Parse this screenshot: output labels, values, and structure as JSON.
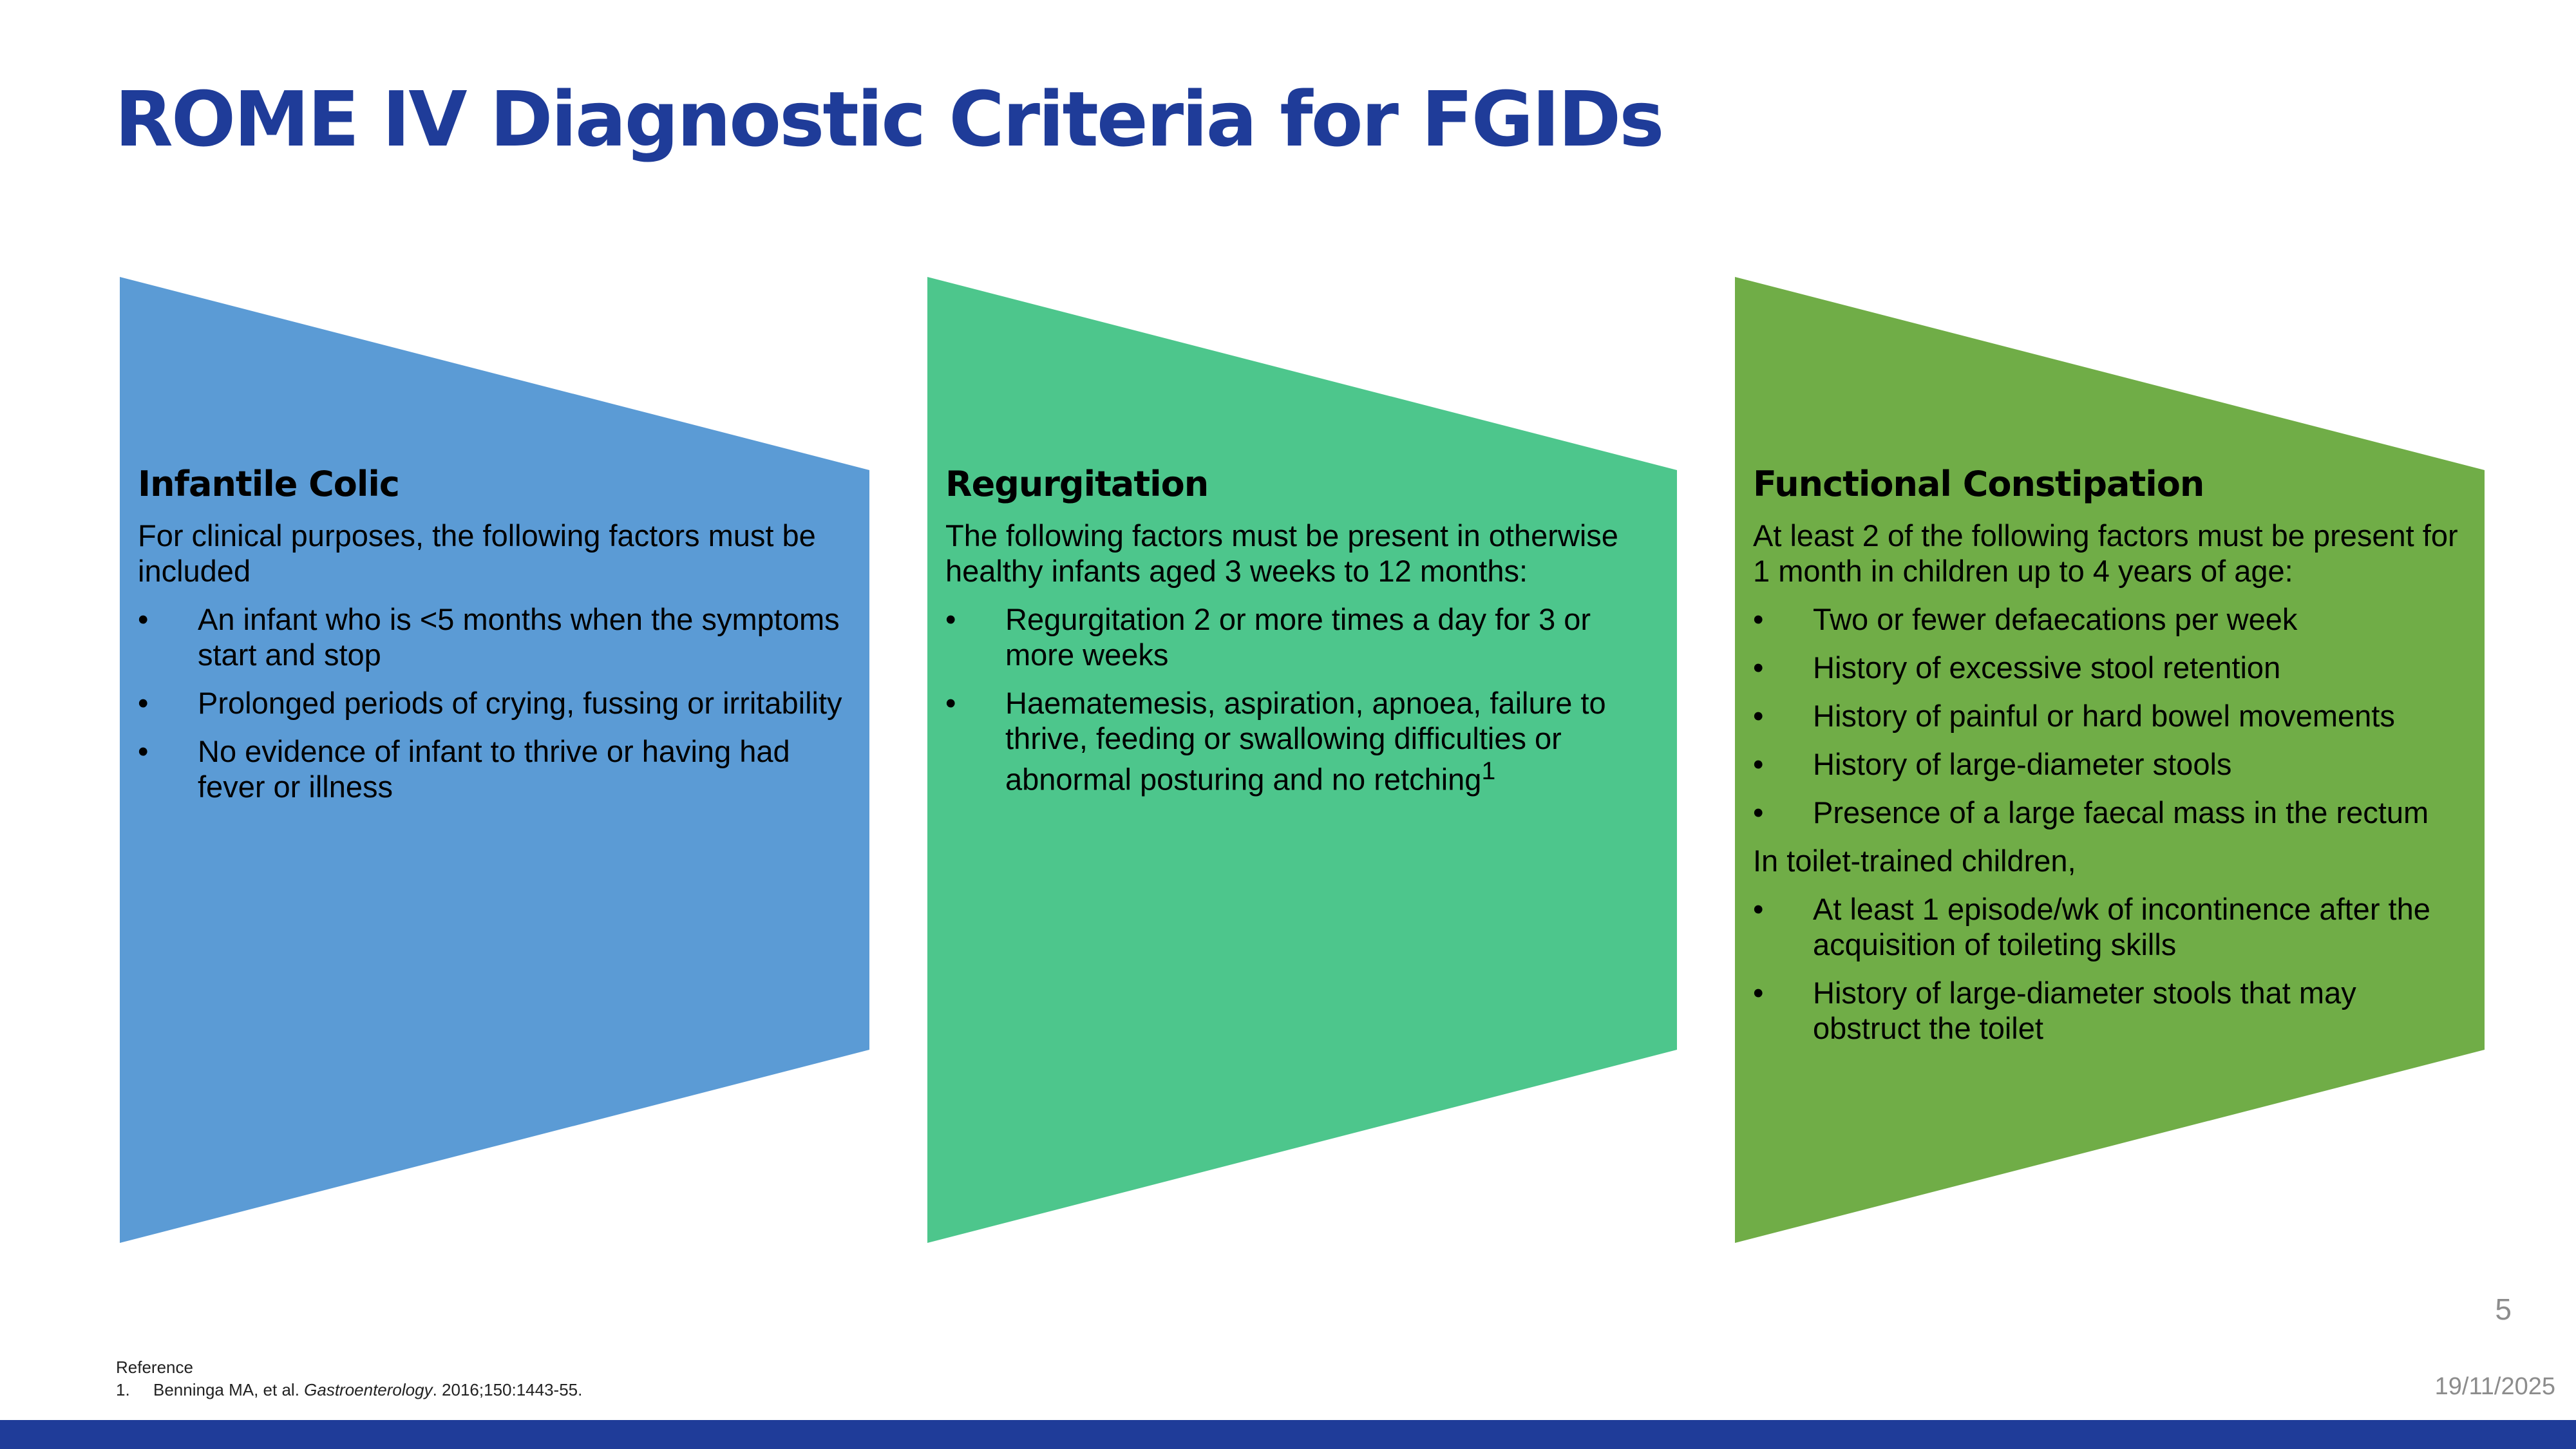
{
  "title": "ROME IV Diagnostic Criteria for FGIDs",
  "colors": {
    "title": "#1f3c99",
    "panel_infantile_colic": "#5b9bd5",
    "panel_regurgitation": "#4dc68c",
    "panel_functional_constipation": "#70ad47",
    "bottom_bar": "#1f3c99",
    "muted_text": "#8c8c8c"
  },
  "panels": [
    {
      "heading": "Infantile Colic",
      "intro": "For clinical purposes, the following factors must be included",
      "bullets": [
        "An infant who is <5 months when the symptoms start and stop",
        "Prolonged periods of crying, fussing or irritability",
        "No evidence of infant to thrive or having had fever or illness"
      ]
    },
    {
      "heading": "Regurgitation",
      "intro": "The following factors must be present in otherwise healthy infants aged 3 weeks to 12 months:",
      "bullets": [
        "Regurgitation 2 or more times a day for 3 or more weeks",
        "Haematemesis, aspiration, apnoea, failure to thrive, feeding or swallowing difficulties or abnormal posturing and no retching"
      ],
      "superscript": "1"
    },
    {
      "heading": "Functional Constipation",
      "intro": "At least 2 of the following factors must be present for 1 month in children up to 4 years of age:",
      "bullets": [
        "Two or fewer defaecations per week",
        "History of excessive stool retention",
        "History of painful or hard bowel movements",
        "History of large-diameter stools",
        "Presence of a large faecal mass in the rectum"
      ],
      "sub_intro": "In toilet-trained children,",
      "sub_bullets": [
        "At least 1 episode/wk of incontinence after the acquisition of toileting skills",
        "History of large-diameter stools that may obstruct the toilet"
      ]
    }
  ],
  "bullet_char": "•",
  "page_number": "5",
  "date": "19/11/2025",
  "reference": {
    "label": "Reference",
    "number": "1.",
    "authors": "Benninga MA, et al. ",
    "journal": "Gastroenterology",
    "citation": ". 2016;150:1443-55."
  }
}
